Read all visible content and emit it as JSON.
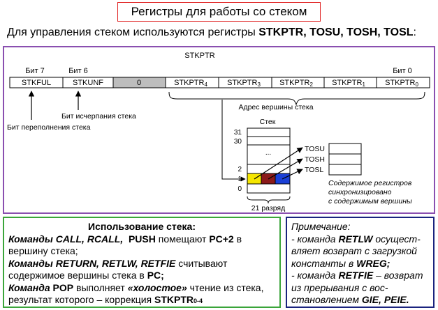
{
  "title": "Регистры  для работы со стеком",
  "intro": {
    "text": "Для управления стеком используются регистры ",
    "registers": "STKPTR, TOSU, TOSH, TOSL",
    "end": ":"
  },
  "diagram": {
    "register_name": "STKPTR",
    "bit7_label": "Бит 7",
    "bit6_label": "Бит 6",
    "bit0_label": "Бит 0",
    "cells": [
      "STKFUL",
      "STKUNF",
      "0",
      "STKPTR",
      "STKPTR",
      "STKPTR",
      "STKPTR",
      "STKPTR"
    ],
    "cell_subscripts": [
      "",
      "",
      "",
      "4",
      "3",
      "2",
      "1",
      "0"
    ],
    "underflow_label": "Бит исчерпания стека",
    "overflow_label": "Бит переполнения стека",
    "top_address_label": "Адрес вершины стека",
    "stack_title": "Стек",
    "stack_levels": [
      "31",
      "30",
      "...",
      "2",
      "1",
      "0"
    ],
    "tos_registers": [
      "TOSU",
      "TOSH",
      "TOSL"
    ],
    "bits_label": "21 разряд",
    "sync_note": [
      "Содержимое регистров",
      "синхронизировано",
      "с содержимым вершины"
    ],
    "colors": {
      "yellow": "#f5e600",
      "red": "#8b1a1a",
      "blue": "#1a3fd6",
      "gray": "#bdbdbd"
    }
  },
  "usage": {
    "title": "Использование стека:",
    "l1_cmd": "Команды CALL, RCALL,",
    "l1_push": "PUSH",
    "l1_mid": " помещают ",
    "l1_pc": "PC+2",
    "l1_end": " в",
    "l2": "вершину стека;",
    "l3_cmd": "Команды RETURN, RETLW, RETFIE",
    "l3_end": " считывают",
    "l4": "содержимое вершины стека в ",
    "l4_pc": "PC;",
    "l5_cmd": "Команда",
    "l5_pop": " POP",
    "l5_mid": " выполняет ",
    "l5_idle": "«холостое»",
    "l5_end": " чтение из стека,",
    "l6": "результат которого – коррекция ",
    "l6_reg": "STKPTR",
    "l6_sub": "0-4"
  },
  "remark": {
    "title": "Примечание:",
    "p1_pre": "- команда ",
    "p1_cmd": "RETLW",
    "p1_a": " осущест-",
    "p1_b": "вляет возврат с загрузкой",
    "p1_c": "константы в ",
    "p1_reg": "WREG;",
    "p2_pre": "- команда ",
    "p2_cmd": "RETFIE",
    "p2_a": " – возврат",
    "p2_b": "из прерывания с вос-",
    "p2_c": "становлением ",
    "p2_flags": "GIE, PEIE."
  }
}
